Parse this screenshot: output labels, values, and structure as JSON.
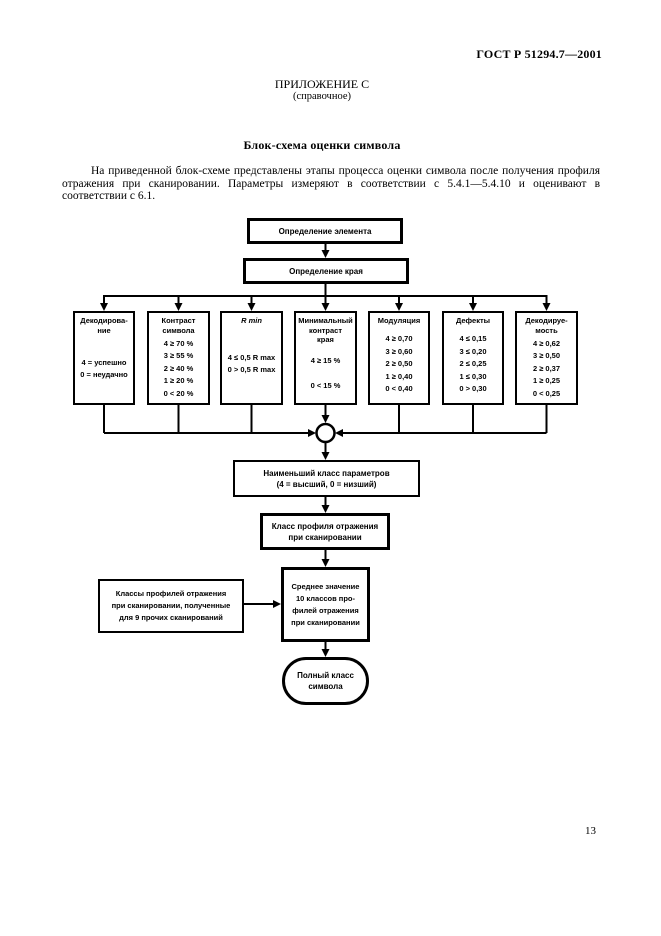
{
  "doc": {
    "standard_ref": "ГОСТ Р 51294.7—2001",
    "appendix_title": "ПРИЛОЖЕНИЕ С",
    "appendix_subtitle": "(справочное)",
    "section_title": "Блок-схема оценки символа",
    "intro": "На приведенной блок-схеме представлены этапы процесса оценки символа после получения профиля отражения при сканировании. Параметры измеряют в соответствии с 5.4.1—5.4.10 и оценивают в соответствии с 6.1.",
    "page_number": "13"
  },
  "flowchart": {
    "element_determination": "Определение элемента",
    "edge_determination": "Определение края",
    "parameters": [
      {
        "title": "Декодирова-\nние",
        "values": "4 = успешно\n0 = неудачно"
      },
      {
        "title": "Контраст\nсимвола",
        "values": "4 ≥ 70 %\n3 ≥ 55 %\n2 ≥ 40 %\n1 ≥ 20 %\n0 < 20 %"
      },
      {
        "title": "R min",
        "values": "4 ≤ 0,5 R max\n0 > 0,5 R max"
      },
      {
        "title": "Минимальный\nконтраст\nкрая",
        "values": "4 ≥ 15 %\n\n0 < 15 %"
      },
      {
        "title": "Модуляция",
        "values": "4 ≥ 0,70\n3 ≥ 0,60\n2 ≥ 0,50\n1 ≥ 0,40\n0 < 0,40"
      },
      {
        "title": "Дефекты",
        "values": "4 ≤ 0,15\n3 ≤ 0,20\n2 ≤ 0,25\n1 ≤ 0,30\n0 > 0,30"
      },
      {
        "title": "Декодируе-\nмость",
        "values": "4 ≥ 0,62\n3 ≥ 0,50\n2 ≥ 0,37\n1 ≥ 0,25\n0 < 0,25"
      }
    ],
    "lowest_class": "Наименьший класс параметров\n(4 = высший, 0 = низший)",
    "scan_profile_class": "Класс профиля отражения\nпри сканировании",
    "other_scans": "Классы профилей отражения\nпри сканировании, полученные\nдля 9 прочих сканирований",
    "average_value": "Среднее значение\n10 классов про-\nфилей отражения\nпри сканировании",
    "overall_class": "Полный класс\nсимвола"
  }
}
